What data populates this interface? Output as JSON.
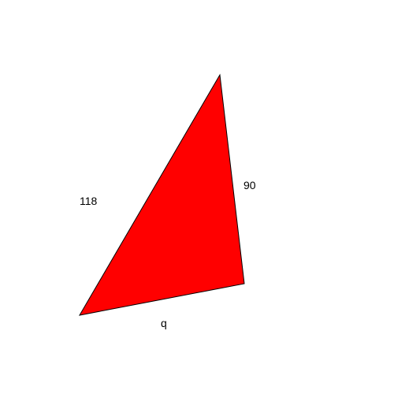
{
  "diagram": {
    "shape": "triangle",
    "fill_color": "#ff0000",
    "stroke_color": "#000000",
    "side_labels": {
      "left": "118",
      "right": "90",
      "bottom": "q"
    }
  }
}
